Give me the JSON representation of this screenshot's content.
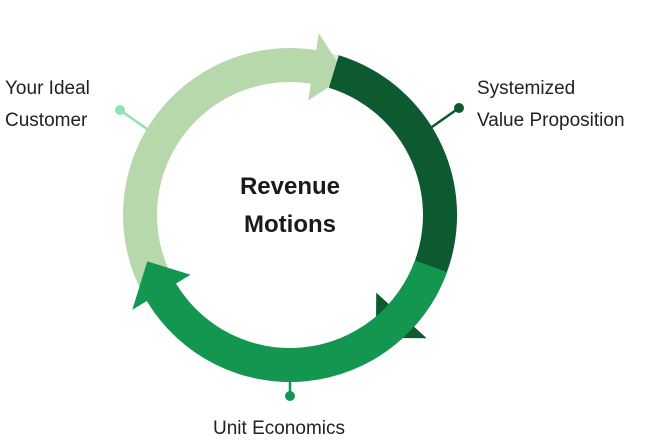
{
  "center": {
    "line1": "Revenue",
    "line2": "Motions"
  },
  "labels": {
    "ideal_customer_line1": "Your Ideal",
    "ideal_customer_line2": "Customer",
    "value_prop_line1": "Systemized",
    "value_prop_line2": "Value Proposition",
    "unit_economics": "Unit Economics"
  },
  "colors": {
    "ring_background": "#e6e6e6",
    "segment_light": "#b7d8ab",
    "segment_dark": "#0d5a31",
    "segment_medium": "#129650",
    "connector_light": "#8fe3b4",
    "connector_dark": "#0d5a31",
    "connector_medium": "#129650"
  }
}
